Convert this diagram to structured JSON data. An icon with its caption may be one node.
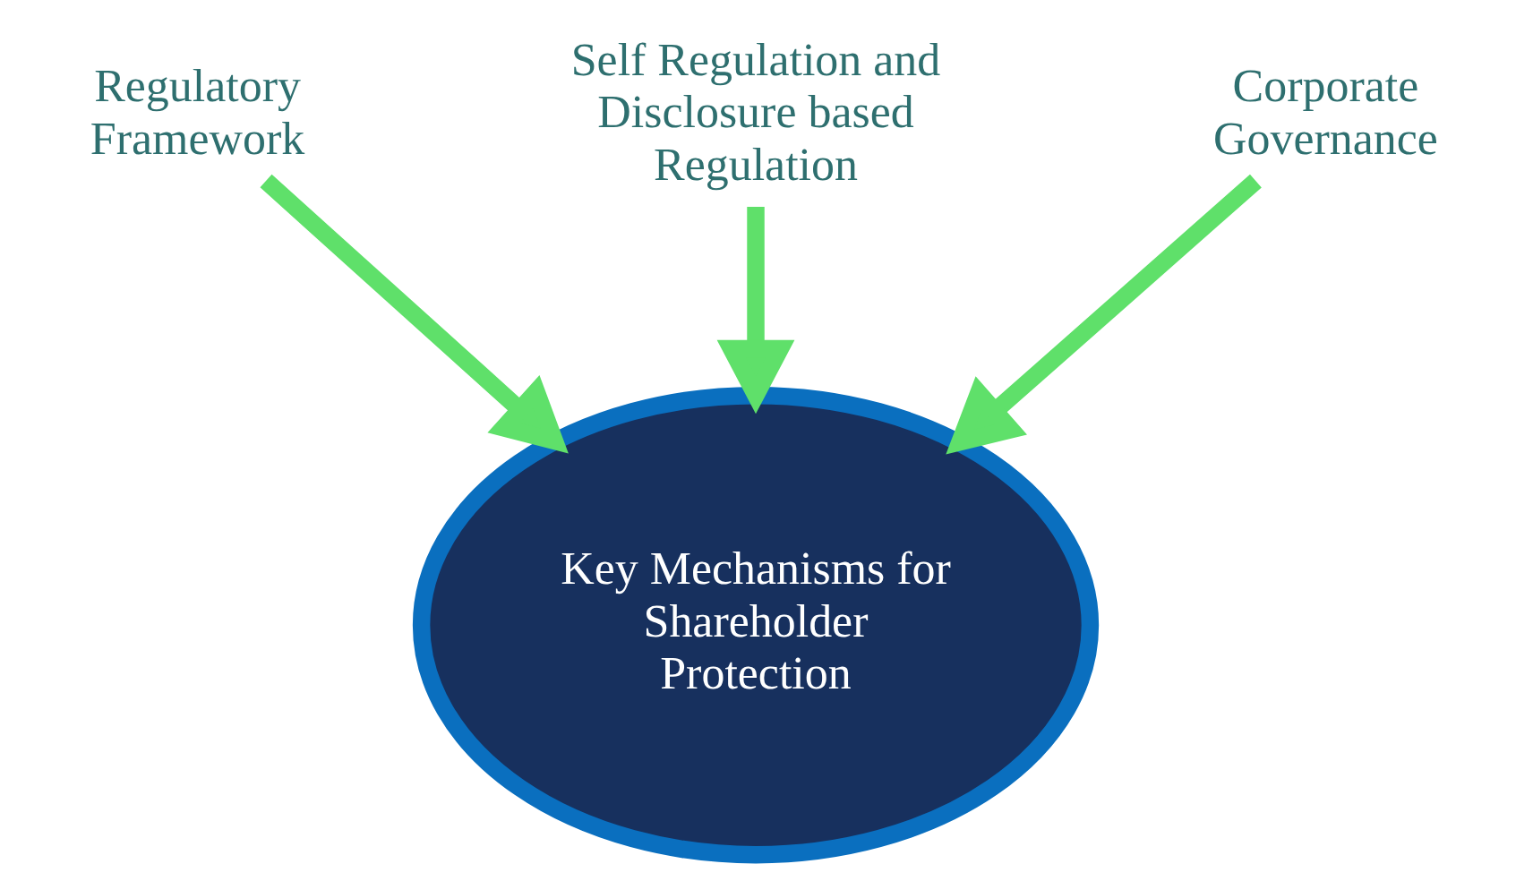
{
  "diagram": {
    "nodes": [
      {
        "text": [
          "Regulatory Framework"
        ]
      },
      {
        "text": [
          "Self Regulation and Disclosure based Regulation"
        ]
      },
      {
        "text": [
          "Corporate Governance"
        ]
      },
      {
        "text": [
          "Key Mechanisms for Shareholder Protection"
        ]
      }
    ],
    "edges": [
      {
        "from": 1,
        "to": 3,
        "arrow": "to"
      },
      {
        "from": 0,
        "to": 3,
        "arrow": "to"
      },
      {
        "from": 2,
        "to": 3,
        "arrow": "to"
      }
    ]
  }
}
